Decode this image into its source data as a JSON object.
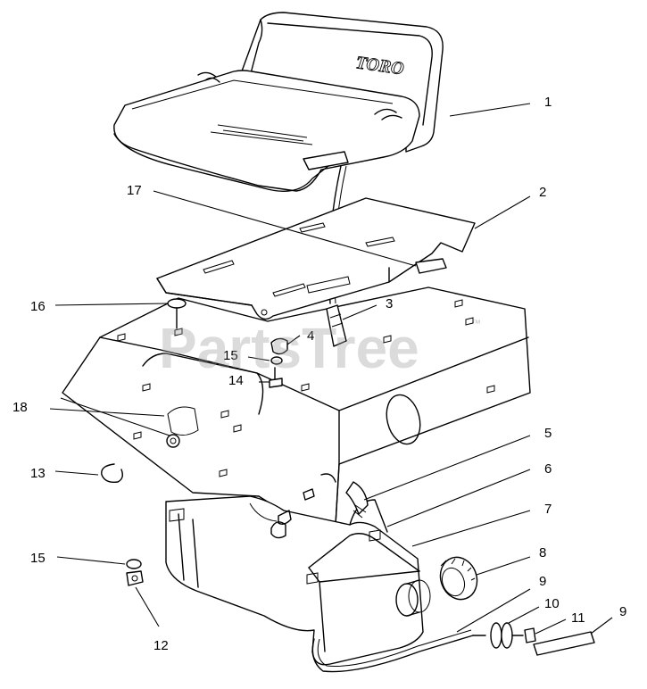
{
  "watermark": {
    "text": "PartsTree",
    "trademark": "™"
  },
  "seat_logo": "TORO",
  "callouts": [
    {
      "id": "c1",
      "label": "1"
    },
    {
      "id": "c2",
      "label": "2"
    },
    {
      "id": "c3",
      "label": "3"
    },
    {
      "id": "c4",
      "label": "4"
    },
    {
      "id": "c5",
      "label": "5"
    },
    {
      "id": "c6",
      "label": "6"
    },
    {
      "id": "c7",
      "label": "7"
    },
    {
      "id": "c8",
      "label": "8"
    },
    {
      "id": "c9a",
      "label": "9"
    },
    {
      "id": "c9b",
      "label": "9"
    },
    {
      "id": "c10",
      "label": "10"
    },
    {
      "id": "c11",
      "label": "11"
    },
    {
      "id": "c12",
      "label": "12"
    },
    {
      "id": "c13",
      "label": "13"
    },
    {
      "id": "c14",
      "label": "14"
    },
    {
      "id": "c15a",
      "label": "15"
    },
    {
      "id": "c15b",
      "label": "15"
    },
    {
      "id": "c16",
      "label": "16"
    },
    {
      "id": "c17",
      "label": "17"
    },
    {
      "id": "c18",
      "label": "18"
    }
  ]
}
